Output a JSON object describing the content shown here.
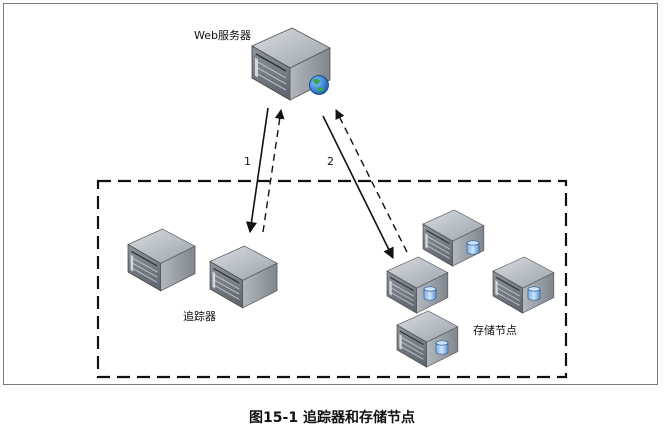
{
  "diagram": {
    "web_server_label": "Web服务器",
    "tracker_label": "追踪器",
    "storage_label": "存储节点",
    "arrow_1_label": "1",
    "arrow_2_label": "2"
  },
  "caption": "图15-1 追踪器和存储节点"
}
